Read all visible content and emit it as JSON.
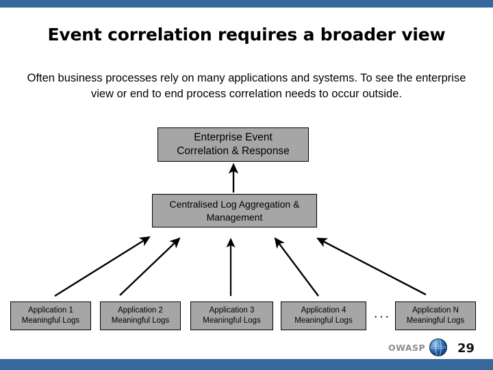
{
  "slide": {
    "title": "Event correlation requires a broader view",
    "body": "Often business processes rely on many applications and systems. To see the enterprise view or end to end process correlation needs to occur outside.",
    "page_number": "29",
    "band_color": "#36689b",
    "node_fill": "#a6a6a6",
    "node_border": "#000000"
  },
  "diagram": {
    "top_node": {
      "line1": "Enterprise Event",
      "line2": "Correlation & Response"
    },
    "mid_node": {
      "line1": "Centralised Log Aggregation &",
      "line2": "Management"
    },
    "apps": [
      {
        "line1": "Application 1",
        "line2": "Meaningful Logs"
      },
      {
        "line1": "Application 2",
        "line2": "Meaningful Logs"
      },
      {
        "line1": "Application 3",
        "line2": "Meaningful Logs"
      },
      {
        "line1": "Application 4",
        "line2": "Meaningful Logs"
      },
      {
        "line1": "Application N",
        "line2": "Meaningful Logs"
      }
    ],
    "ellipsis": "···"
  },
  "footer": {
    "brand": "OWASP",
    "globe_icon": "globe-icon"
  }
}
